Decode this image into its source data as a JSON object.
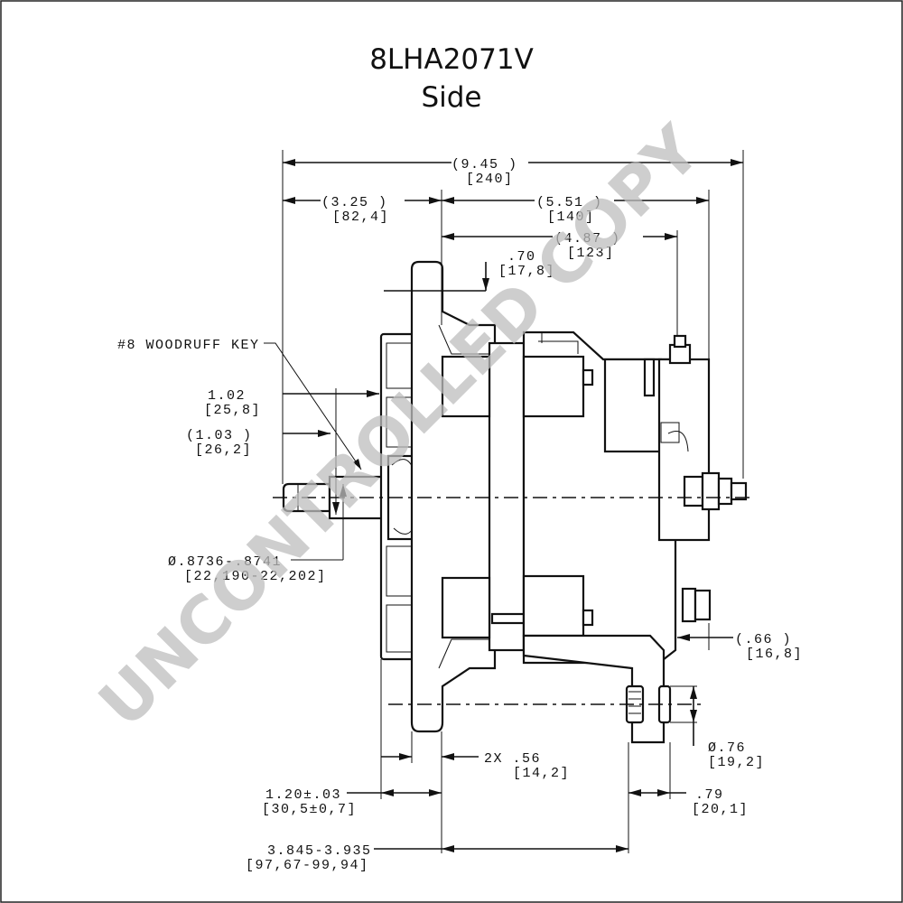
{
  "title": {
    "model": "8LHA2071V",
    "view": "Side"
  },
  "watermark": "UNCONTROLLED COPY",
  "dimensions": {
    "overall_length": {
      "in": "(9.45 )",
      "mm": "[240]"
    },
    "front_to_mount": {
      "in": "(3.25  )",
      "mm": "[82,4]"
    },
    "mount_to_rear": {
      "in": "(5.51 )",
      "mm": "[140]"
    },
    "mount_to_terminal": {
      "in": "(4.87 )",
      "mm": "[123]"
    },
    "flange_offset": {
      "in": ".70",
      "mm": "[17,8]"
    },
    "key_label": "#8 WOODRUFF KEY",
    "shaft_to_key": {
      "in": "1.02",
      "mm": "[25,8]"
    },
    "shaft_length": {
      "in": "(1.03  )",
      "mm": "[26,2]"
    },
    "shaft_diameter": {
      "in": "Ø.8736-.8741",
      "mm": "[22,190-22,202]"
    },
    "terminal_offset": {
      "in": "(.66   )",
      "mm": "[16,8]"
    },
    "hole_diameter": {
      "in": "Ø.76",
      "mm": "[19,2]"
    },
    "ear_thickness": {
      "in": "2X .56",
      "mm": "[14,2]"
    },
    "flange_thickness": {
      "in": "1.20±.03",
      "mm": "[30,5±0,7]"
    },
    "ear_width": {
      "in": ".79",
      "mm": "[20,1]"
    },
    "mount_span": {
      "in": "3.845-3.935",
      "mm": "[97,67-99,94]"
    }
  }
}
